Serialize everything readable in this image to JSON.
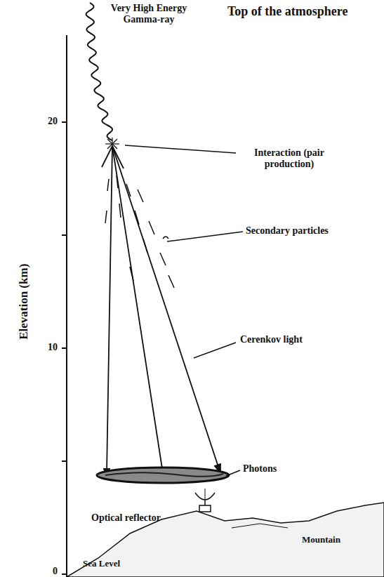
{
  "diagram": {
    "title": "Top of the atmosphere",
    "labels": [
      "Very High Energy Gamma-ray",
      "20",
      "Interaction (pair production)",
      "Secondary particles",
      "10",
      "Cerenkov light",
      "Photons",
      "Optical reflector",
      "Mountain",
      "Sea Level",
      "0",
      "Elevation (km)"
    ]
  }
}
